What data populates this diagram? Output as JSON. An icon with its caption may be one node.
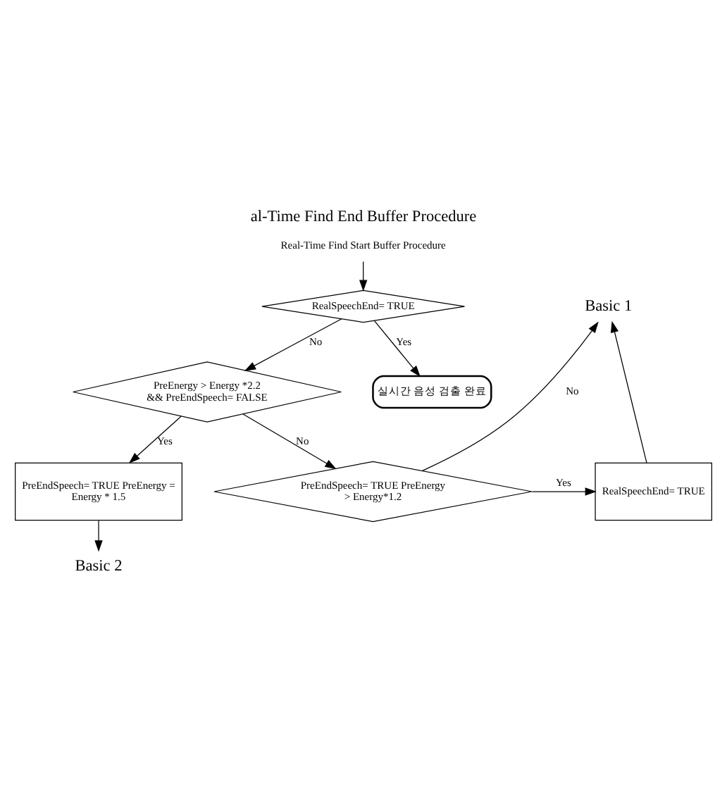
{
  "diagram": {
    "title": "al-Time Find End Buffer Procedure",
    "nodes": [
      {
        "text": [
          "Real-Time Find Start Buffer Procedure"
        ]
      },
      {
        "text": [
          "RealSpeechEnd= TRUE"
        ]
      },
      {
        "text": [
          "PreEnergy > Energy *2.2 && PreEndSpeech= FALSE"
        ]
      },
      {
        "text": [
          "PreEndSpeech= TRUE PreEnergy = Energy * 1.5"
        ]
      },
      {
        "text": [
          "Basic 2"
        ]
      },
      {
        "text": [
          "PreEndSpeech= TRUE PreEnergy > Energy*1.2"
        ]
      },
      {
        "text": [
          "RealSpeechEnd= TRUE"
        ]
      },
      {
        "text": [
          "Basic 1"
        ]
      },
      {
        "text": [
          "실시간 음성 검출 완료"
        ]
      }
    ],
    "edges": [
      {
        "from": 0,
        "to": 1,
        "arrow": "to"
      },
      {
        "from": 1,
        "to": 2,
        "arrow": "to",
        "label": "No"
      },
      {
        "from": 1,
        "to": 8,
        "arrow": "to",
        "label": "Yes"
      },
      {
        "from": 2,
        "to": 3,
        "arrow": "to",
        "label": "Yes"
      },
      {
        "from": 3,
        "to": 4,
        "arrow": "to"
      },
      {
        "from": 2,
        "to": 5,
        "arrow": "to",
        "label": "No"
      },
      {
        "from": 5,
        "to": 6,
        "arrow": "to",
        "label": "Yes"
      },
      {
        "from": 6,
        "to": 7,
        "arrow": "to"
      },
      {
        "from": 5,
        "to": 7,
        "arrow": "to",
        "label": "No"
      }
    ]
  }
}
